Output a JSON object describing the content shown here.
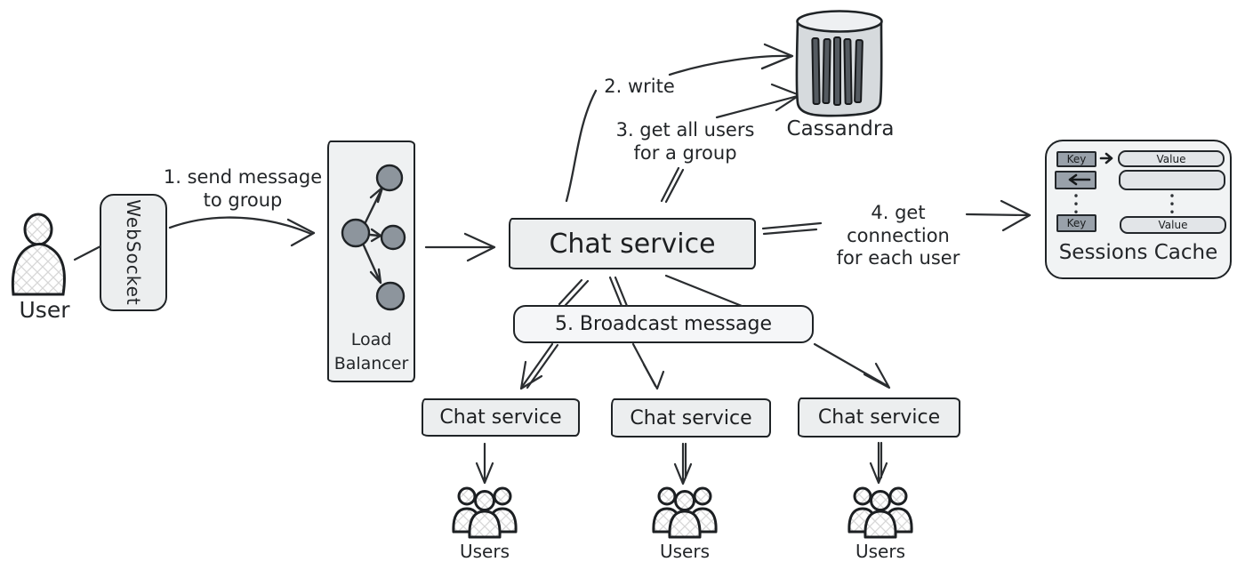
{
  "nodes": {
    "user": {
      "label": "User"
    },
    "websocket": {
      "label": "WebSocket"
    },
    "load_balancer": {
      "label": "Load\nBalancer"
    },
    "chat_service": {
      "label": "Chat service"
    },
    "cassandra": {
      "label": "Cassandra"
    },
    "broadcast": {
      "label": "5. Broadcast message"
    },
    "sessions_cache": {
      "label": "Sessions Cache",
      "rows": [
        {
          "key": "Key",
          "value": "Value"
        },
        {
          "key": "",
          "value": ""
        },
        {
          "key": "Key",
          "value": "Value"
        }
      ]
    },
    "chat_replicas": [
      {
        "label": "Chat service"
      },
      {
        "label": "Chat service"
      },
      {
        "label": "Chat service"
      }
    ],
    "user_groups": [
      {
        "label": "Users"
      },
      {
        "label": "Users"
      },
      {
        "label": "Users"
      }
    ]
  },
  "annotations": {
    "step1": "1. send message\nto group",
    "step2": "2. write",
    "step3": "3. get all users\nfor a group",
    "step4": "4. get connection\nfor each user"
  },
  "colors": {
    "background": "#FFFFFF",
    "stroke": "#2A2D30",
    "box_fill": "#ECEEEF",
    "node_gray": "#8D959D",
    "key_fill": "#99A1AA",
    "value_fill": "#E2E5E8",
    "cylinder_fill": "#D6DADD"
  }
}
